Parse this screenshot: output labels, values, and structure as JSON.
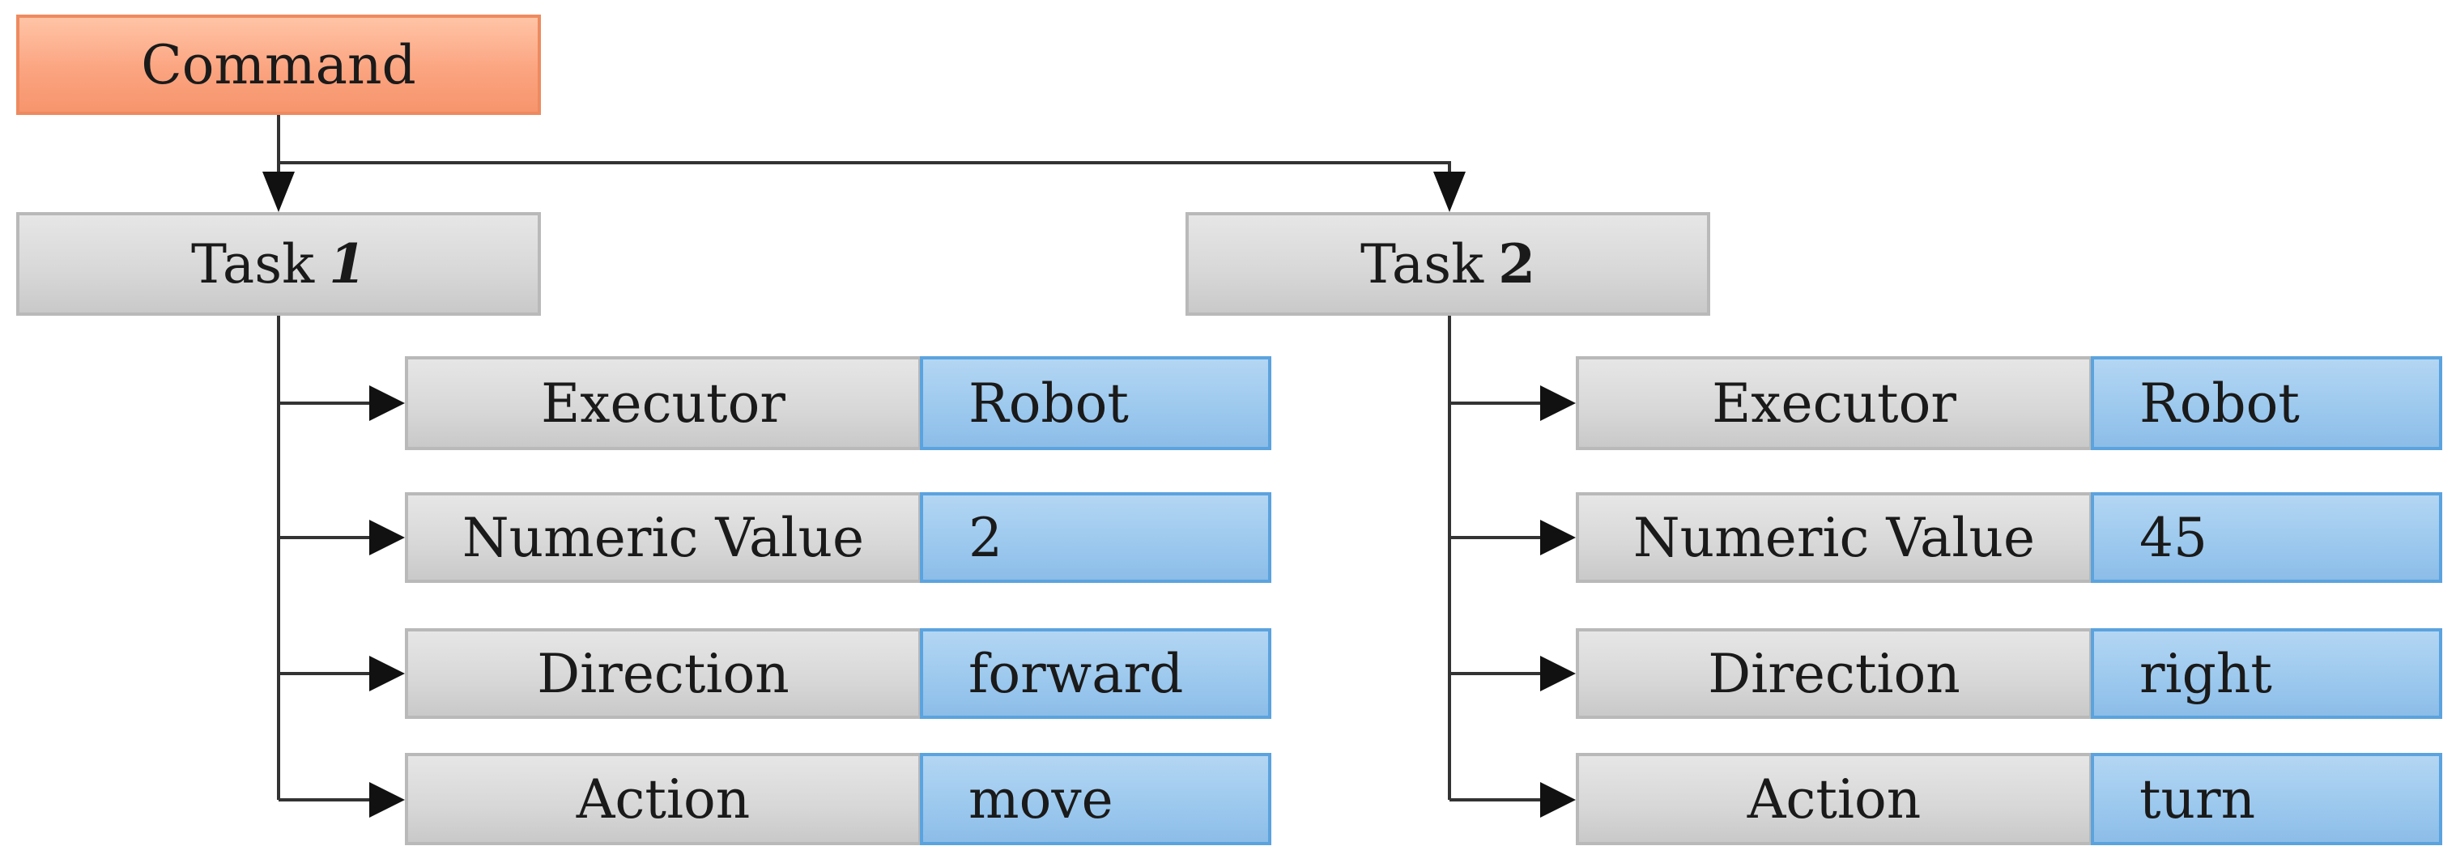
{
  "command": {
    "label": "Command"
  },
  "tasks": [
    {
      "label": "Task",
      "number": "1",
      "rows": [
        {
          "field": "Executor",
          "value": "Robot"
        },
        {
          "field": "Numeric Value",
          "value": "2"
        },
        {
          "field": "Direction",
          "value": "forward"
        },
        {
          "field": "Action",
          "value": "move"
        }
      ]
    },
    {
      "label": "Task",
      "number": "2",
      "rows": [
        {
          "field": "Executor",
          "value": "Robot"
        },
        {
          "field": "Numeric Value",
          "value": "45"
        },
        {
          "field": "Direction",
          "value": "right"
        },
        {
          "field": "Action",
          "value": "turn"
        }
      ]
    }
  ],
  "colors": {
    "command_fill": "#f9a27e",
    "command_border": "#ee8a60",
    "field_fill": "#d7d7d7",
    "field_border": "#b9b9b9",
    "value_fill": "#9dc9ee",
    "value_border": "#5ba3de",
    "connector": "#333333"
  }
}
